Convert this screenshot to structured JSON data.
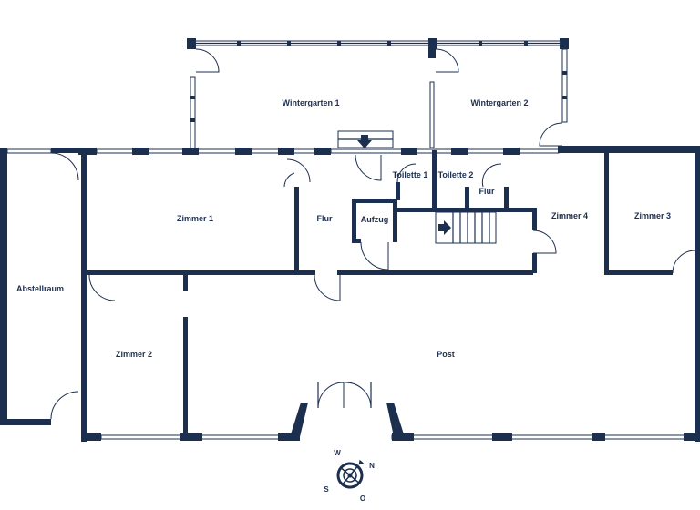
{
  "rooms": {
    "wintergarten_1": "Wintergarten 1",
    "wintergarten_2": "Wintergarten 2",
    "abstellraum": "Abstellraum",
    "zimmer_1": "Zimmer 1",
    "zimmer_2": "Zimmer 2",
    "zimmer_3": "Zimmer 3",
    "zimmer_4": "Zimmer 4",
    "flur_1": "Flur",
    "flur_2": "Flur",
    "aufzug": "Aufzug",
    "toilette_1": "Toilette 1",
    "toilette_2": "Toilette 2",
    "post": "Post"
  },
  "compass": {
    "north": "N",
    "south": "S",
    "east": "O",
    "west": "W"
  },
  "colors": {
    "wall": "#1d2f4f",
    "background": "#ffffff"
  }
}
